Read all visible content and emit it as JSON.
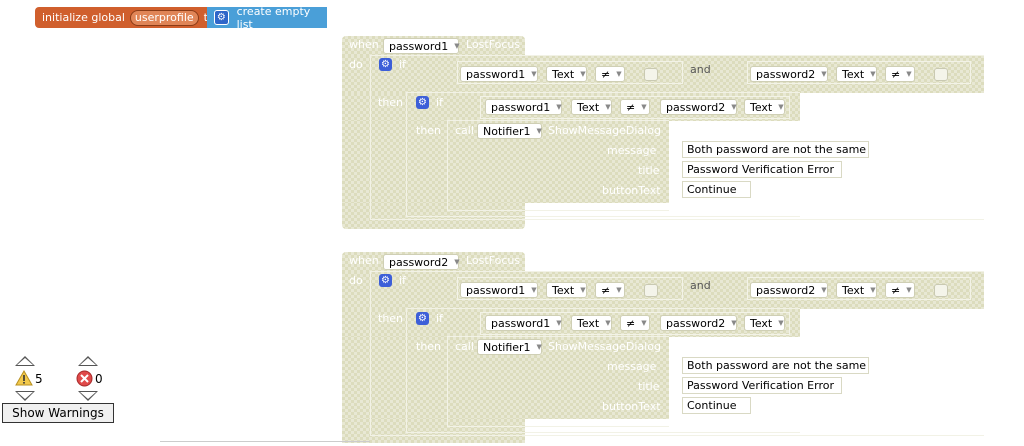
{
  "init": {
    "label": "initialize global",
    "var": "userprofile",
    "to": "to",
    "value": "create empty list",
    "colors": {
      "block": "#d05f2d",
      "list": "#4a9fd8"
    }
  },
  "events": [
    {
      "when": "when",
      "component": "password1",
      "event": "LostFocus",
      "do": "do",
      "if": "if",
      "and": "and",
      "then": "then",
      "call": "call",
      "cond_left": {
        "comp": "password1",
        "prop": "Text",
        "op": "≠"
      },
      "cond_right": {
        "comp": "password2",
        "prop": "Text",
        "op": "≠"
      },
      "inner": {
        "comp1": "password1",
        "prop": "Text",
        "op": "≠",
        "comp2": "password2"
      },
      "notifier": "Notifier1",
      "method": "ShowMessageDialog",
      "args": [
        {
          "name": "message",
          "value": "Both password are not the same"
        },
        {
          "name": "title",
          "value": "Password Verification Error"
        },
        {
          "name": "buttonText",
          "value": "Continue"
        }
      ]
    },
    {
      "when": "when",
      "component": "password2",
      "event": "LostFocus",
      "do": "do",
      "if": "if",
      "and": "and",
      "then": "then",
      "call": "call",
      "cond_left": {
        "comp": "password1",
        "prop": "Text",
        "op": "≠"
      },
      "cond_right": {
        "comp": "password2",
        "prop": "Text",
        "op": "≠"
      },
      "inner": {
        "comp1": "password1",
        "prop": "Text",
        "op": "≠",
        "comp2": "password2"
      },
      "notifier": "Notifier1",
      "method": "ShowMessageDialog",
      "args": [
        {
          "name": "message",
          "value": "Both password are not the same"
        },
        {
          "name": "title",
          "value": "Password Verification Error"
        },
        {
          "name": "buttonText",
          "value": "Continue"
        }
      ]
    }
  ],
  "warnings": {
    "warning_count": "5",
    "error_count": "0",
    "button": "Show Warnings"
  }
}
